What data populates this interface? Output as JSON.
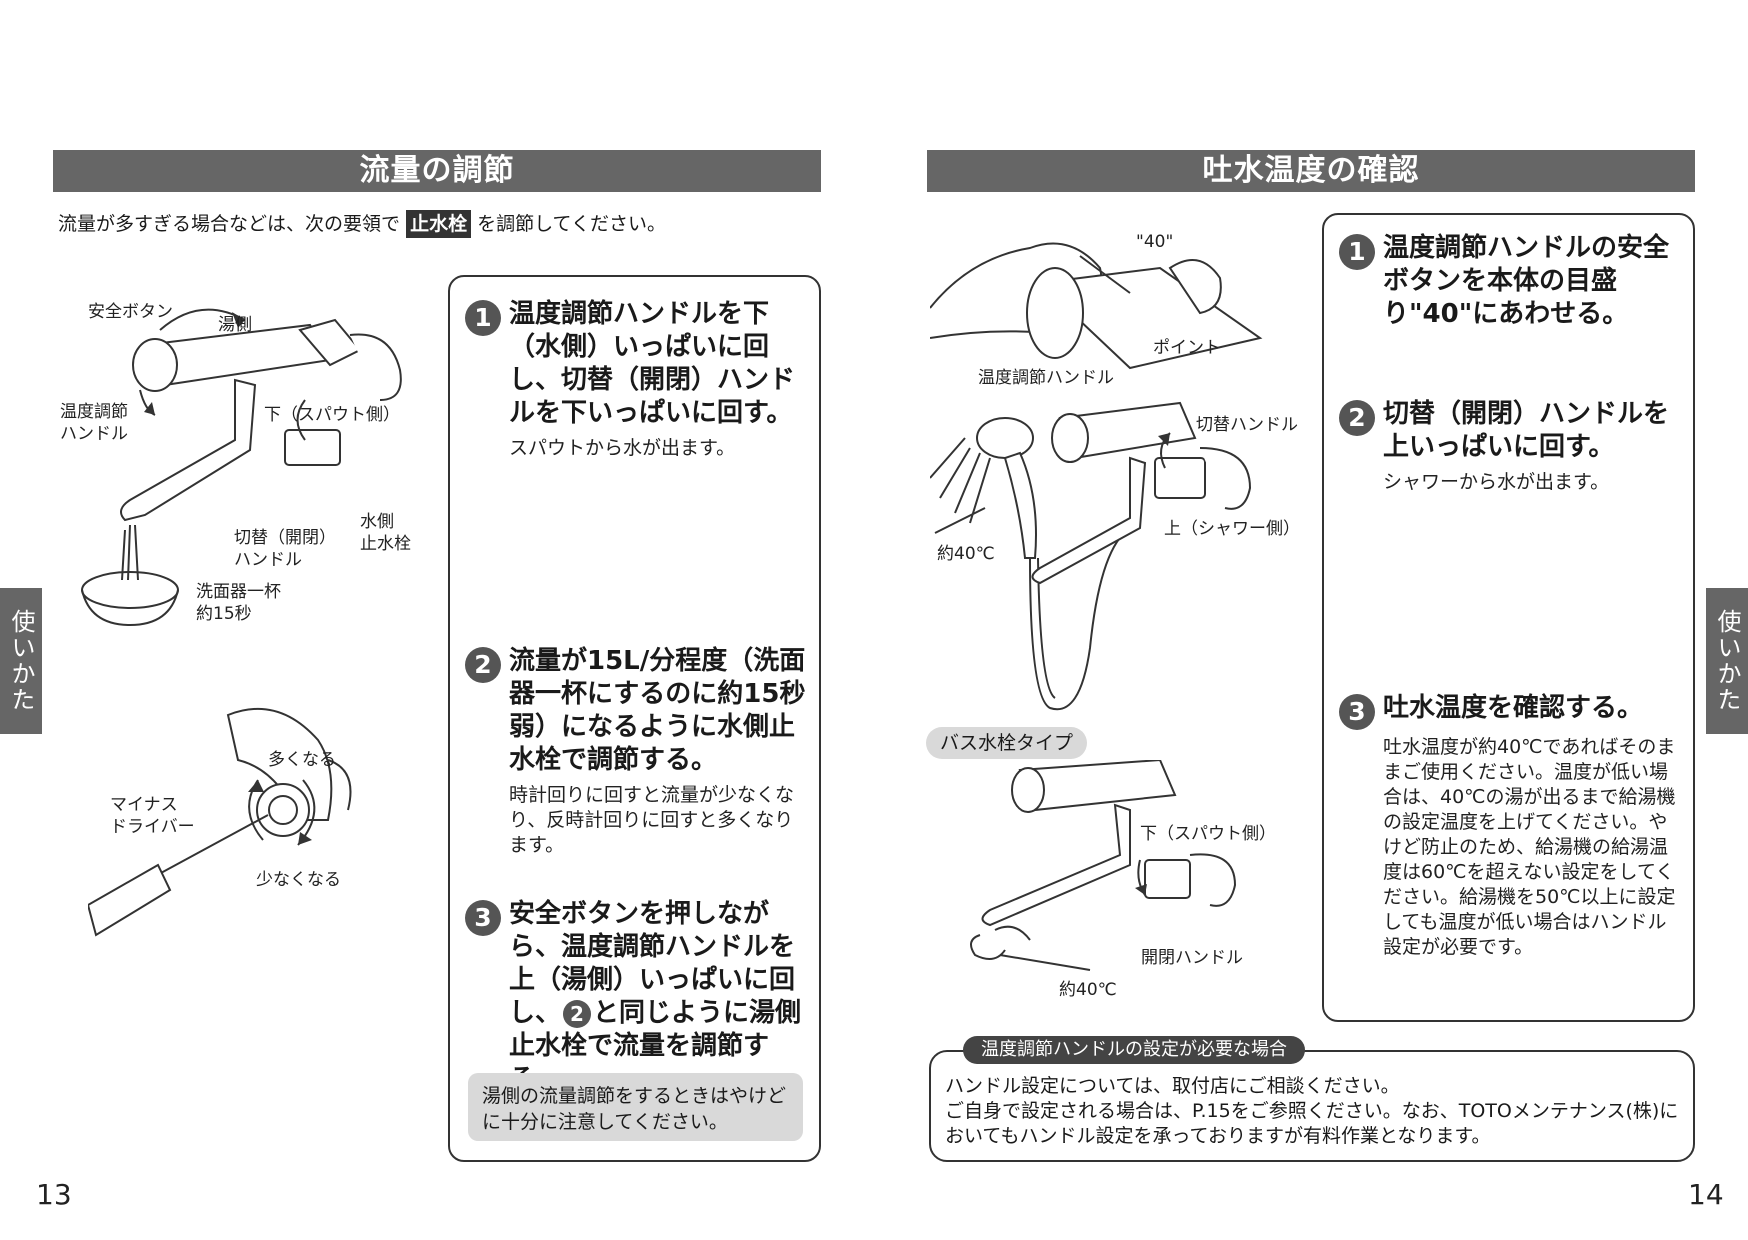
{
  "left": {
    "title": "流量の調節",
    "intro_before": "流量が多すぎる場合などは、次の要領で",
    "intro_tag": "止水栓",
    "intro_after": "を調節してください。",
    "labels": {
      "safety_button": "安全ボタン",
      "hot_side": "湯側",
      "temp_handle_1": "温度調節",
      "temp_handle_2": "ハンドル",
      "down_spout": "下（スパウト側）",
      "switch_handle_1": "切替（開閉）",
      "switch_handle_2": "ハンドル",
      "cold_valve_1": "水側",
      "cold_valve_2": "止水栓",
      "basin_1": "洗面器一杯",
      "basin_2": "約15秒",
      "more": "多くなる",
      "screwdriver_1": "マイナス",
      "screwdriver_2": "ドライバー",
      "less": "少なくなる"
    },
    "steps": [
      {
        "num": "1",
        "heading": "温度調節ハンドルを下（水側）いっぱいに回し、切替（開閉）ハンドルを下いっぱいに回す。",
        "detail": "スパウトから水が出ます。"
      },
      {
        "num": "2",
        "heading": "流量が15L/分程度（洗面器一杯にするのに約15秒弱）になるように水側止水栓で調節する。",
        "detail": "時計回りに回すと流量が少なくなり、反時計回りに回すと多くなります。"
      },
      {
        "num": "3",
        "heading_a": "安全ボタンを押しながら、温度調節ハンドルを上（湯側）いっぱいに回し、",
        "ref": "2",
        "heading_b": "と同じように湯側止水栓で流量を調節する。"
      }
    ],
    "note": "湯側の流量調節をするときはやけどに十分に注意してください。",
    "side_tab": "使いかた",
    "page_number": "13"
  },
  "right": {
    "title": "吐水温度の確認",
    "labels": {
      "forty": "\"40\"",
      "point": "ポイント",
      "temp_handle": "温度調節ハンドル",
      "switch_handle": "切替ハンドル",
      "up_shower": "上（シャワー側）",
      "about40_a": "約40℃",
      "bath_type": "バス水栓タイプ",
      "down_spout": "下（スパウト側）",
      "open_handle": "開閉ハンドル",
      "about40_b": "約40℃"
    },
    "steps": [
      {
        "num": "1",
        "heading": "温度調節ハンドルの安全ボタンを本体の目盛り\"40\"にあわせる。",
        "detail": ""
      },
      {
        "num": "2",
        "heading": "切替（開閉）ハンドルを上いっぱいに回す。",
        "detail": "シャワーから水が出ます。"
      },
      {
        "num": "3",
        "heading": "吐水温度を確認する。",
        "detail": "吐水温度が約40℃であればそのままご使用ください。温度が低い場合は、40℃の湯が出るまで給湯機の設定温度を上げてください。やけど防止のため、給湯機の給湯温度は60℃を超えない設定をしてください。給湯機を50℃以上に設定しても温度が低い場合はハンドル設定が必要です。"
      }
    ],
    "info_box": {
      "title": "温度調節ハンドルの設定が必要な場合",
      "line1": "ハンドル設定については、取付店にご相談ください。",
      "line2": "ご自身で設定される場合は、P.15をご参照ください。なお、TOTOメンテナンス(株)においてもハンドル設定を承っておりますが有料作業となります。"
    },
    "side_tab": "使いかた",
    "page_number": "14"
  }
}
